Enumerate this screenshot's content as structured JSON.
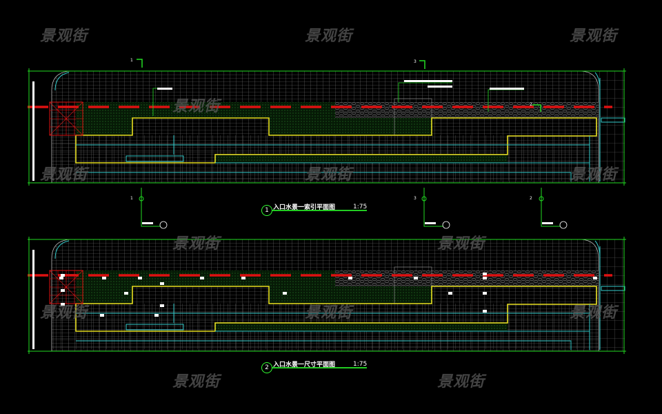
{
  "watermark": "景观街",
  "plans": [
    {
      "number": "1",
      "title": "入口水景一索引平面图",
      "scale": "1:75"
    },
    {
      "number": "2",
      "title": "入口水景一尺寸平面图",
      "scale": "1:75"
    }
  ],
  "section_marks": {
    "a": "1",
    "b": "3",
    "c": "2"
  },
  "colors": {
    "frame": "#22dd22",
    "paving": "#8a8a8a",
    "edge": "#33cccc",
    "pool": "#e8e020",
    "pipe": "#dd1111",
    "planting": "#0c2a0c"
  }
}
